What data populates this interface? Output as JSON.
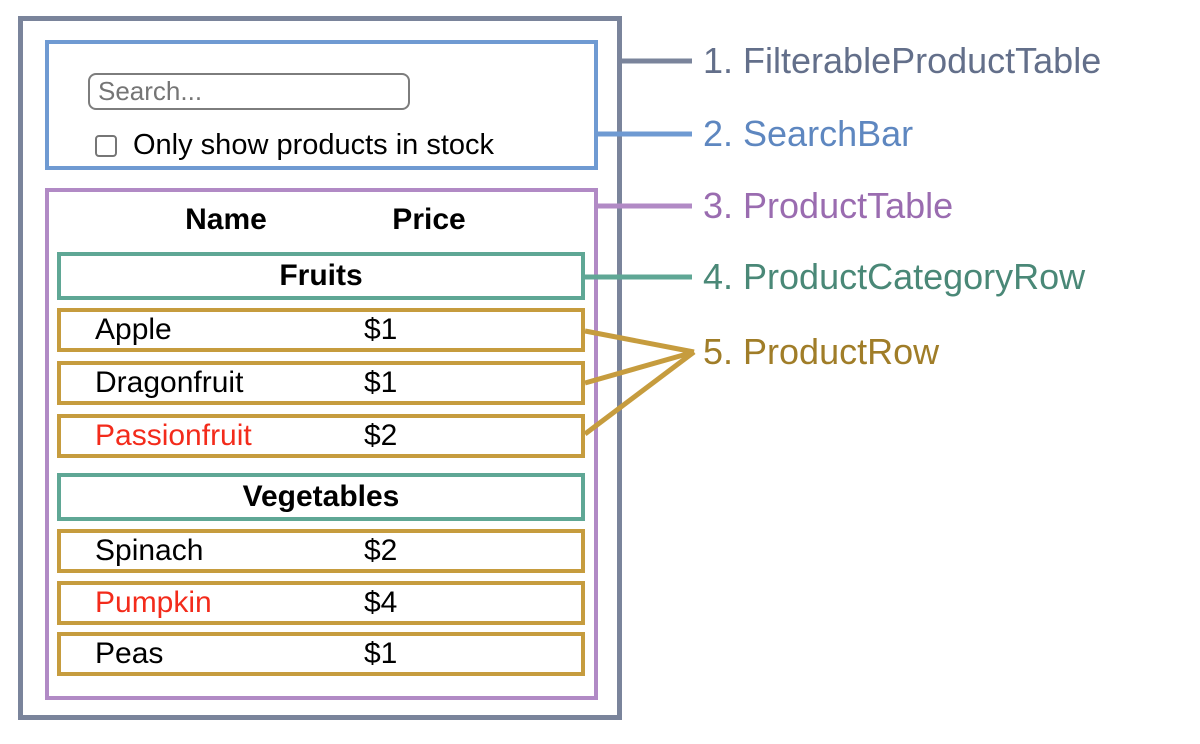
{
  "search_bar": {
    "placeholder": "Search...",
    "checkbox_label": "Only show products in stock"
  },
  "table": {
    "headers": {
      "name": "Name",
      "price": "Price"
    },
    "sections": [
      {
        "category": "Fruits",
        "rows": [
          {
            "name": "Apple",
            "price": "$1",
            "name_color": "#000000"
          },
          {
            "name": "Dragonfruit",
            "price": "$1",
            "name_color": "#000000"
          },
          {
            "name": "Passionfruit",
            "price": "$2",
            "name_color": "#f32b1b"
          }
        ]
      },
      {
        "category": "Vegetables",
        "rows": [
          {
            "name": "Spinach",
            "price": "$2",
            "name_color": "#000000"
          },
          {
            "name": "Pumpkin",
            "price": "$4",
            "name_color": "#f32b1b"
          },
          {
            "name": "Peas",
            "price": "$1",
            "name_color": "#000000"
          }
        ]
      }
    ]
  },
  "legend": {
    "items": [
      {
        "label": "1. FilterableProductTable",
        "color": "#636f8a"
      },
      {
        "label": "2. SearchBar",
        "color": "#5e87c0"
      },
      {
        "label": "3. ProductTable",
        "color": "#9a6cb0"
      },
      {
        "label": "4. ProductCategoryRow",
        "color": "#4a8877"
      },
      {
        "label": "5. ProductRow",
        "color": "#a07d28"
      }
    ]
  },
  "colors": {
    "filterable_product_table_border": "#7a849b",
    "search_bar_border": "#6f9ad2",
    "product_table_border": "#b18ac5",
    "product_category_row_border": "#5fa795",
    "product_row_border": "#c69c3e",
    "out_of_stock_text": "#f32b1b"
  }
}
